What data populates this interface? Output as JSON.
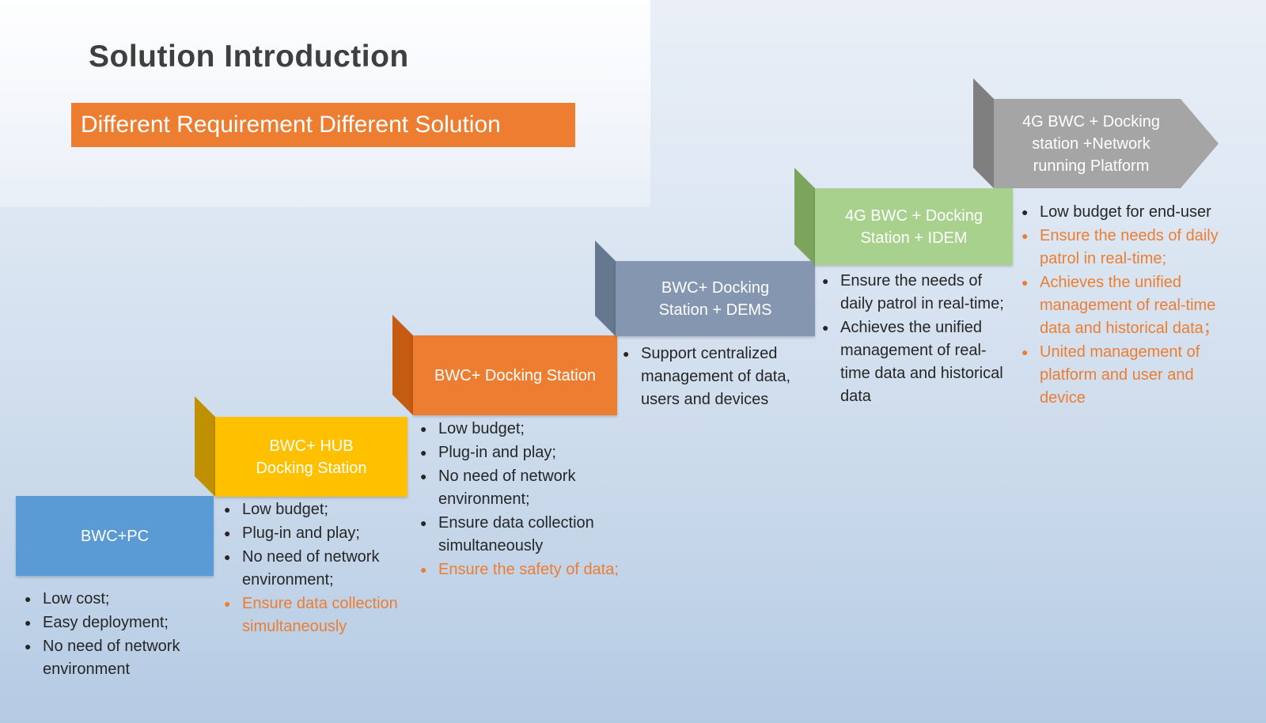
{
  "title": "Solution Introduction",
  "banner": "Different Requirement Different Solution",
  "colors": {
    "accent": "#ed7d31",
    "text": "#262626",
    "title_text": "#3f3f3f",
    "banner_bg": "#ed7d31",
    "banner_text": "#ffffff"
  },
  "steps": [
    {
      "label": "BWC+PC",
      "color": "#5b9bd5",
      "fold_color": null,
      "bullets": [
        {
          "text": "Low cost;",
          "accent": false
        },
        {
          "text": "Easy deployment;",
          "accent": false
        },
        {
          "text": "No need of network environment",
          "accent": false
        }
      ]
    },
    {
      "label": "BWC+ HUB Docking Station",
      "color": "#ffc000",
      "fold_color": "#bf9000",
      "bullets": [
        {
          "text": "Low budget;",
          "accent": false
        },
        {
          "text": "Plug-in and play;",
          "accent": false
        },
        {
          "text": "No need of network environment;",
          "accent": false
        },
        {
          "text": "Ensure data collection simultaneously",
          "accent": true
        }
      ]
    },
    {
      "label": "BWC+ Docking Station",
      "color": "#ed7d31",
      "fold_color": "#c55a11",
      "bullets": [
        {
          "text": "Low budget;",
          "accent": false
        },
        {
          "text": "Plug-in and play;",
          "accent": false
        },
        {
          "text": "No need of network environment;",
          "accent": false
        },
        {
          "text": "Ensure data collection simultaneously",
          "accent": false
        },
        {
          "text": "Ensure the safety of data;",
          "accent": true
        }
      ]
    },
    {
      "label": "BWC+ Docking Station + DEMS",
      "color": "#8496b0",
      "fold_color": "#65788f",
      "bullets": [
        {
          "text": "Support centralized management of data, users and devices",
          "accent": false
        }
      ]
    },
    {
      "label": "4G BWC + Docking Station + IDEM",
      "color": "#a9d18e",
      "fold_color": "#7ca45d",
      "bullets": [
        {
          "text": "Ensure the needs of daily patrol in real-time;",
          "accent": false
        },
        {
          "text": "Achieves the unified management of real-time data and historical data",
          "accent": false
        }
      ]
    },
    {
      "label": "4G BWC + Docking station +Network running Platform",
      "color": "#a5a5a5",
      "fold_color": "#7f7f7f",
      "bullets": [
        {
          "text": "Low budget for end-user",
          "accent": false
        },
        {
          "text": "Ensure the needs of daily patrol in real-time;",
          "accent": true
        },
        {
          "text": "Achieves the unified management of real-time data and historical data；",
          "accent": true
        },
        {
          "text": "United management of platform and user and device",
          "accent": true
        }
      ]
    }
  ]
}
